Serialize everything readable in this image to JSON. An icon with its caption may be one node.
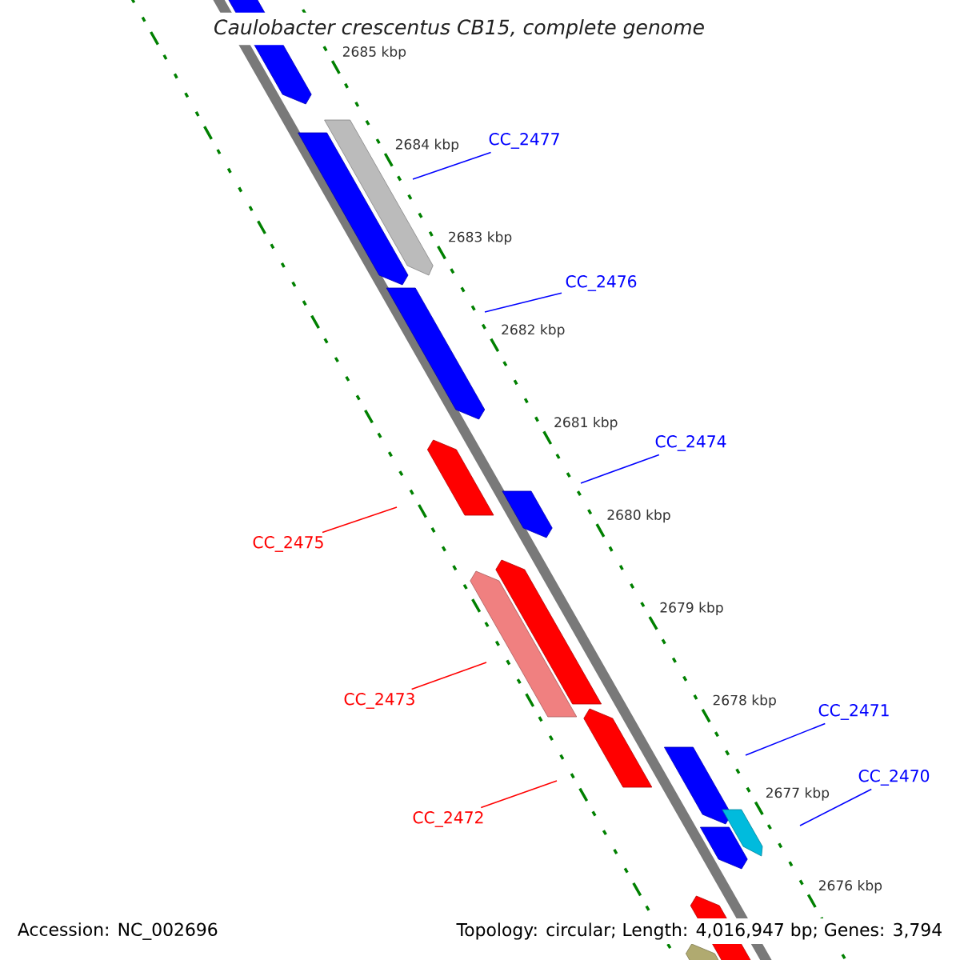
{
  "diagram": {
    "title": "Caulobacter crescentus CB15, complete genome",
    "nodes": [
      {
        "text": [
          "CC_2477"
        ]
      },
      {
        "text": [
          "CC_2476"
        ]
      },
      {
        "text": [
          "CC_2474"
        ]
      },
      {
        "text": [
          "CC_2475"
        ]
      },
      {
        "text": [
          "CC_2473"
        ]
      },
      {
        "text": [
          "CC_2471"
        ]
      },
      {
        "text": [
          "CC_2470"
        ]
      },
      {
        "text": [
          "CC_2472"
        ]
      }
    ],
    "edges": [
      {
        "from": 0,
        "to": null,
        "arrow": "none"
      },
      {
        "from": 1,
        "to": null,
        "arrow": "none"
      },
      {
        "from": 2,
        "to": null,
        "arrow": "none"
      },
      {
        "from": 3,
        "to": null,
        "arrow": "none",
        "color": "#ff0000"
      },
      {
        "from": 4,
        "to": null,
        "arrow": "none",
        "color": "#ff0000"
      },
      {
        "from": 5,
        "to": null,
        "arrow": "none"
      },
      {
        "from": 6,
        "to": null,
        "arrow": "none"
      },
      {
        "from": 7,
        "to": null,
        "arrow": "none",
        "color": "#ff0000"
      }
    ],
    "labels": [
      "2685 kbp",
      "2684 kbp",
      "2683 kbp",
      "2682 kbp",
      "2681 kbp",
      "2680 kbp",
      "2679 kbp",
      "2678 kbp",
      "2677 kbp",
      "2676 kbp",
      "Accession: NC_002696",
      "Topology: circular; Length: 4,016,947 bp; Genes: 3,794"
    ]
  }
}
